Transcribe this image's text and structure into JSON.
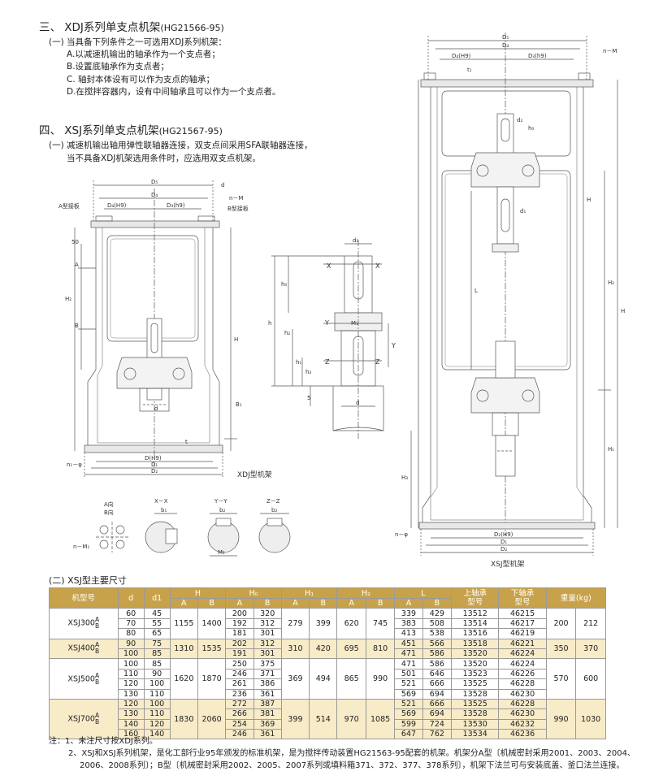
{
  "section3": {
    "title": "三、 XDJ系列单支点机架",
    "code": "(HG21566-95)",
    "intro": "(一) 当具备下列条件之一可选用XDJ系列机架：",
    "items": [
      "A.以减速机输出的轴承作为一个支点者；",
      "B.设置底轴承作为支点者；",
      "C. 轴封本体设有可以作为支点的轴承；",
      "D.在搅拌容器内，设有中间轴承且可以作为一个支点者。"
    ]
  },
  "section4": {
    "title": "四、 XSJ系列单支点机架",
    "code": "(HG21567-95)",
    "intro": "(一) 减速机输出轴用弹性联轴器连接，双支点间采用SFA联轴器连接，",
    "line2": "当不具备XDJ机架选用条件时，应选用双支点机架。"
  },
  "diagrams": {
    "xdj": {
      "caption": "XDJ型机架",
      "labels": {
        "d": "d",
        "D5": "D₅",
        "D4": "D₄",
        "D4h9": "D₄(H9)",
        "D3h9": "D₃(h9)",
        "nM": "n－M",
        "flangeA": "A型接板",
        "flangeB": "B型接板",
        "h50": "50",
        "a": "A",
        "b": "B",
        "H2": "H₂",
        "H": "H",
        "t": "t",
        "Dh9": "D(H9)",
        "D1": "D₁",
        "D2": "D₂",
        "nphi": "n₁－φ",
        "B1": "B₁"
      }
    },
    "shaft": {
      "labels": {
        "d1": "d₁",
        "X": "X",
        "h0": "h₀",
        "h": "h",
        "Y": "Y",
        "M": "M₁",
        "h2": "h₂",
        "h1": "h₁",
        "Z": "Z",
        "h3": "h₃",
        "five": "5",
        "d": "d"
      }
    },
    "sections": {
      "aDir": "A向",
      "bDir": "B向",
      "nM": "n－M₁",
      "xx": "X－X",
      "yy": "Y－Y",
      "zz": "Z－Z",
      "b1": "b₁",
      "b2": "b₂",
      "M1": "M₁"
    },
    "xsj": {
      "caption": "XSJ型机架",
      "labels": {
        "D5": "D₅",
        "D4": "D₄",
        "D4h9": "D₄(H9)",
        "D3h9": "D₃(h9)",
        "nM": "n－M",
        "t1": "t₁",
        "h0": "h₀",
        "d2": "d₂",
        "H": "H",
        "d1": "d₁",
        "L": "L",
        "H2": "H₂",
        "H1": "H₁",
        "H3": "H₃",
        "Dh9": "D₂(H9)",
        "D1": "D₁",
        "D2": "D₂",
        "nphi": "n－φ"
      }
    }
  },
  "table": {
    "title": "(二) XSJ型主要尺寸",
    "headers": {
      "model": "机型号",
      "d": "d",
      "d1": "d1",
      "H": "H",
      "H0": "H₀",
      "H1": "H₁",
      "H2": "H₂",
      "L": "L",
      "upper": "上轴承",
      "upper2": "型号",
      "lower": "下轴承",
      "lower2": "型号",
      "weight": "重量(kg)",
      "A": "A",
      "B": "B"
    },
    "groups": [
      {
        "model": "XSJ300",
        "subA": "A",
        "subB": "B",
        "H": [
          "1155",
          "1400"
        ],
        "H1": [
          "279",
          "399"
        ],
        "H2": [
          "620",
          "745"
        ],
        "W": [
          "200",
          "212"
        ],
        "rows": [
          [
            "60",
            "45",
            "200",
            "320",
            "339",
            "429",
            "13512",
            "46215"
          ],
          [
            "70",
            "55",
            "192",
            "312",
            "383",
            "508",
            "13514",
            "46217"
          ],
          [
            "80",
            "65",
            "181",
            "301",
            "413",
            "538",
            "13516",
            "46219"
          ]
        ]
      },
      {
        "model": "XSJ400",
        "subA": "A",
        "subB": "B",
        "H": [
          "1310",
          "1535"
        ],
        "H1": [
          "310",
          "420"
        ],
        "H2": [
          "695",
          "810"
        ],
        "W": [
          "350",
          "370"
        ],
        "rows": [
          [
            "90",
            "75",
            "202",
            "312",
            "451",
            "566",
            "13518",
            "46221"
          ],
          [
            "100",
            "85",
            "191",
            "301",
            "471",
            "586",
            "13520",
            "46224"
          ]
        ]
      },
      {
        "model": "XSJ500",
        "subA": "A",
        "subB": "B",
        "H": [
          "1620",
          "1870"
        ],
        "H1": [
          "369",
          "494"
        ],
        "H2": [
          "865",
          "990"
        ],
        "W": [
          "570",
          "600"
        ],
        "rows": [
          [
            "100",
            "85",
            "250",
            "375",
            "471",
            "586",
            "13520",
            "46224"
          ],
          [
            "110",
            "90",
            "246",
            "371",
            "501",
            "646",
            "13523",
            "46226"
          ],
          [
            "120",
            "100",
            "261",
            "386",
            "521",
            "666",
            "13525",
            "46228"
          ],
          [
            "130",
            "110",
            "236",
            "361",
            "569",
            "694",
            "13528",
            "46230"
          ]
        ]
      },
      {
        "model": "XSJ700",
        "subA": "A",
        "subB": "B",
        "H": [
          "1830",
          "2060"
        ],
        "H1": [
          "399",
          "514"
        ],
        "H2": [
          "970",
          "1085"
        ],
        "W": [
          "990",
          "1030"
        ],
        "rows": [
          [
            "120",
            "100",
            "272",
            "387",
            "521",
            "666",
            "13525",
            "46228"
          ],
          [
            "130",
            "110",
            "266",
            "381",
            "569",
            "694",
            "13528",
            "46230"
          ],
          [
            "140",
            "120",
            "254",
            "369",
            "599",
            "724",
            "13530",
            "46232"
          ],
          [
            "160",
            "140",
            "246",
            "361",
            "647",
            "762",
            "13534",
            "46236"
          ]
        ]
      }
    ]
  },
  "notes": {
    "n1": "注：1、未注尺寸按XDJ系列。",
    "n2a": "2、XSJ和XSJ系列机架，是化工部行业95年颁发的标准机架，是为搅拌传动装置HG21563-95配套的机架。机架分A型〔机械密封采用2001、2003、2004、",
    "n2b": "2006、2008系列〕；B型〔机械密封采用2002、2005、2007系列或填料箱371、372、377、378系列〕，机架下法兰可与安装底盖、釜口法兰连接。"
  }
}
